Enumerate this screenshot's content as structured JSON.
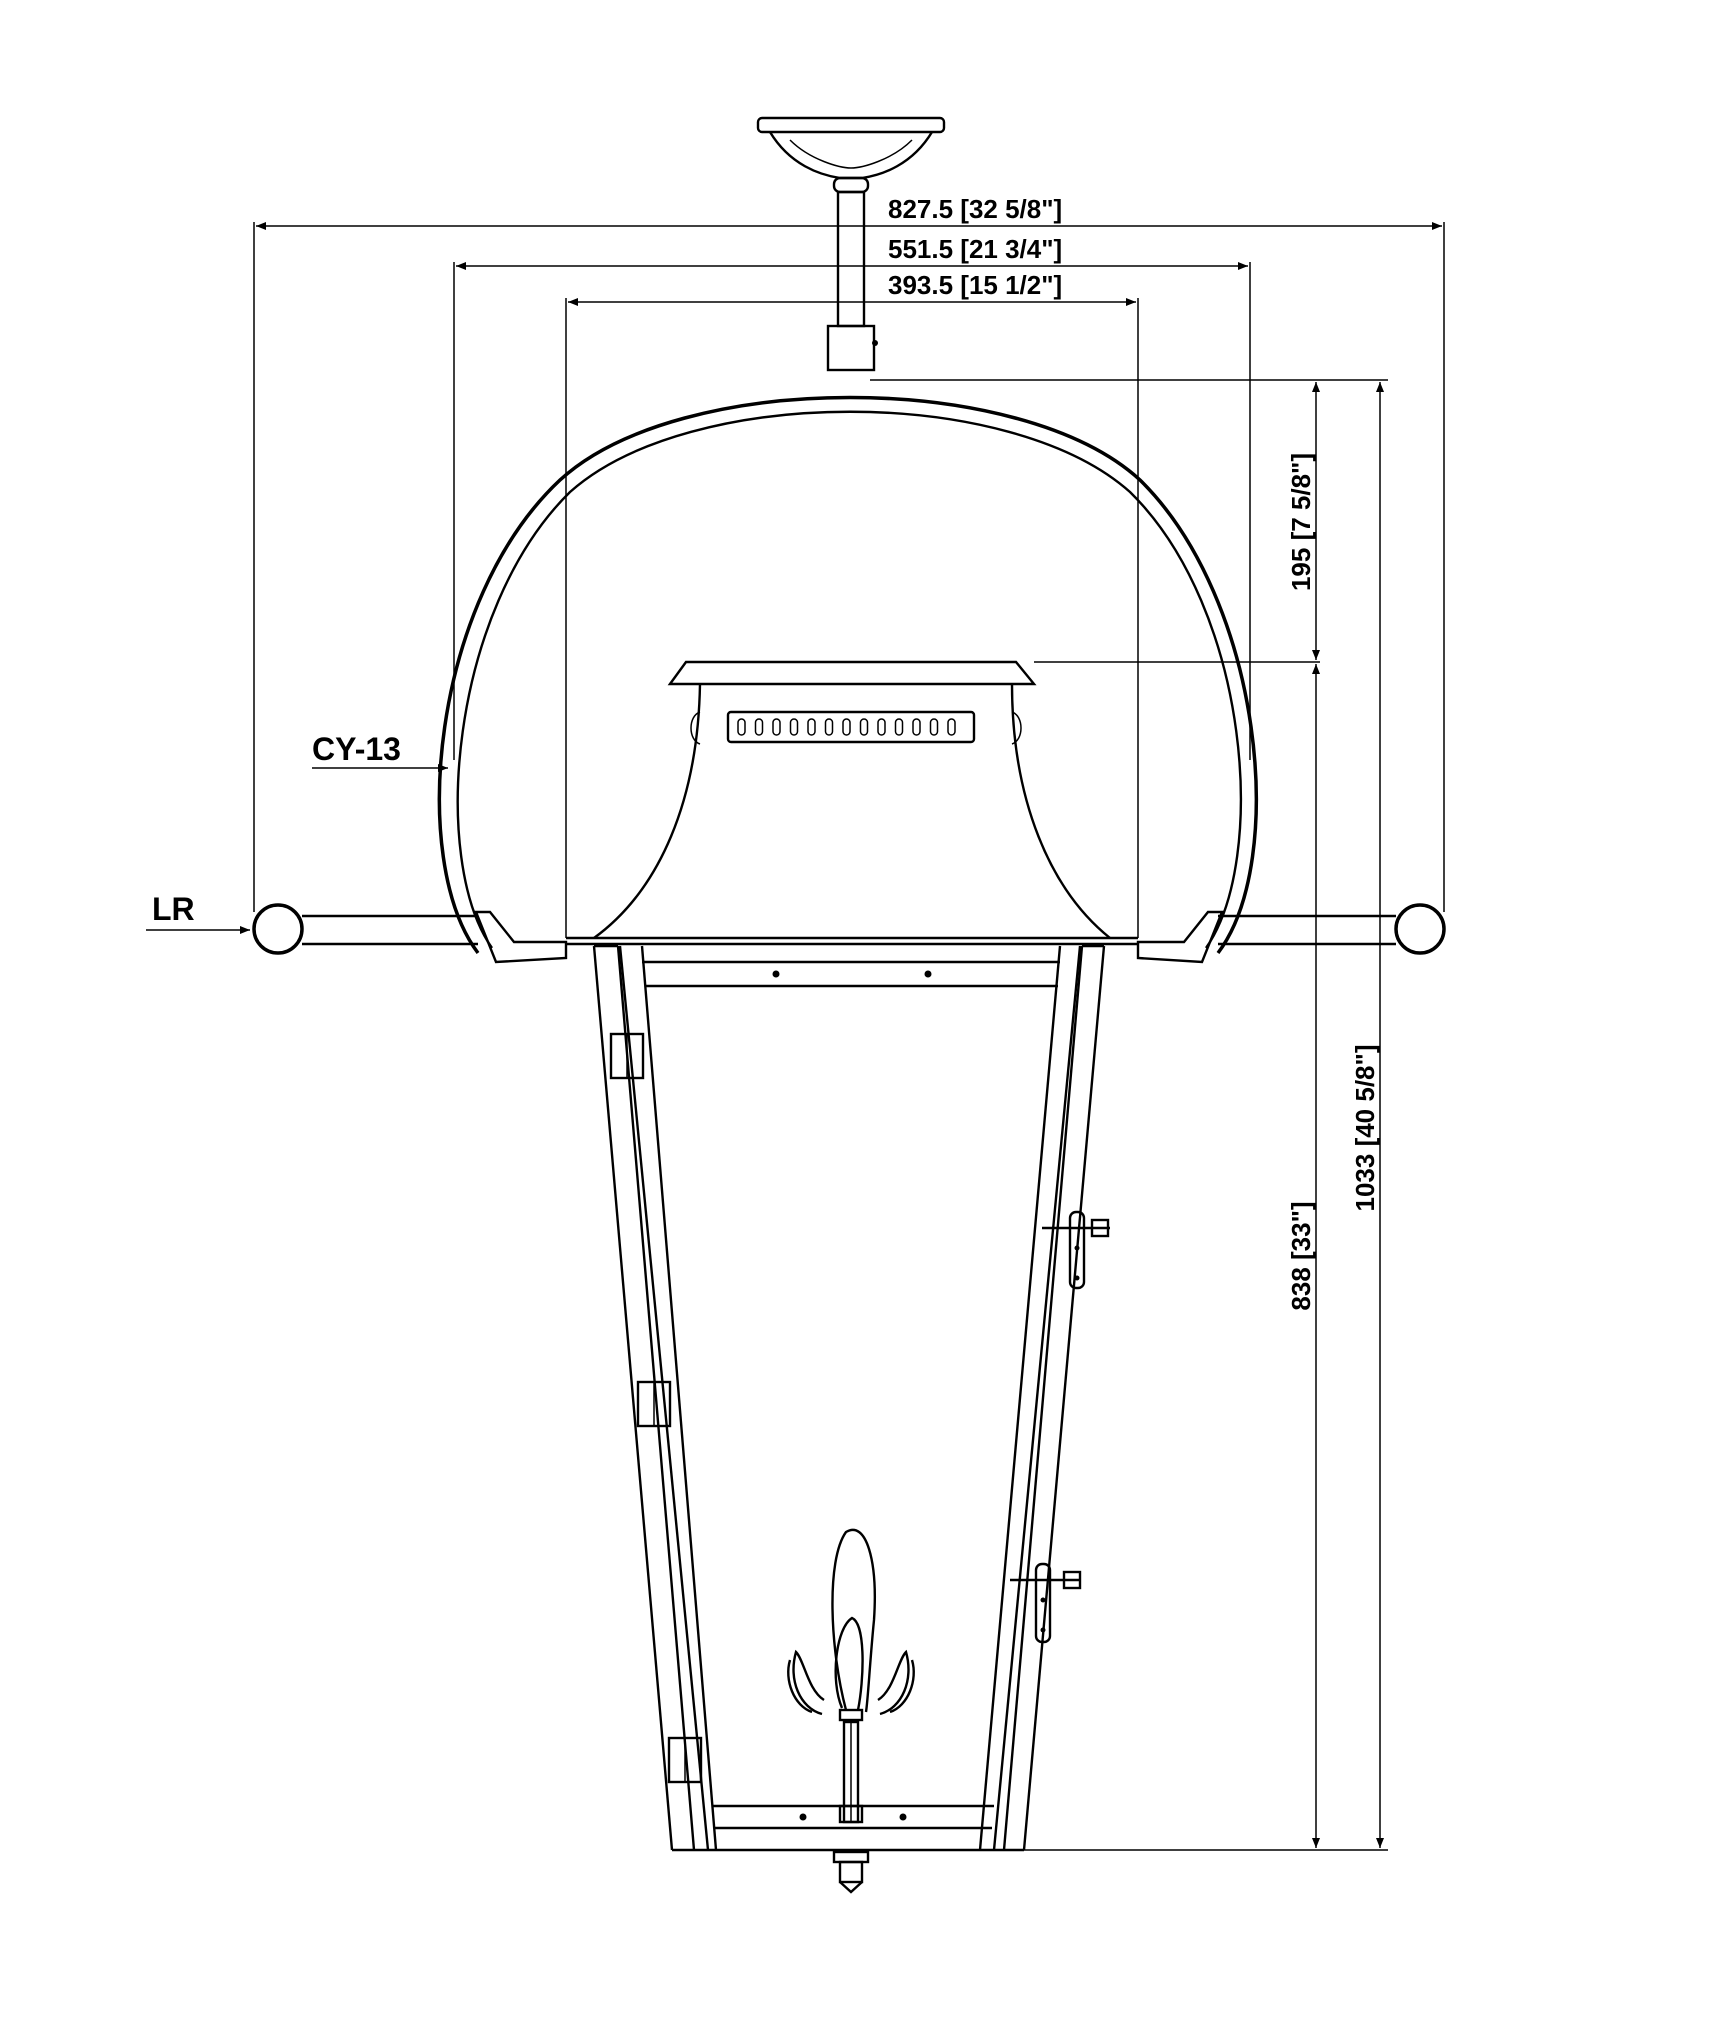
{
  "dimensions": {
    "overall_width": "827.5 [32 5/8\"]",
    "arms_width": "551.5 [21 3/4\"]",
    "body_width": "393.5 [15 1/2\"]",
    "dome_height": "195 [7 5/8\"]",
    "body_height": "838 [33\"]",
    "overall_height": "1033 [40 5/8\"]"
  },
  "labels": {
    "dome": "CY-13",
    "arm": "LR"
  }
}
